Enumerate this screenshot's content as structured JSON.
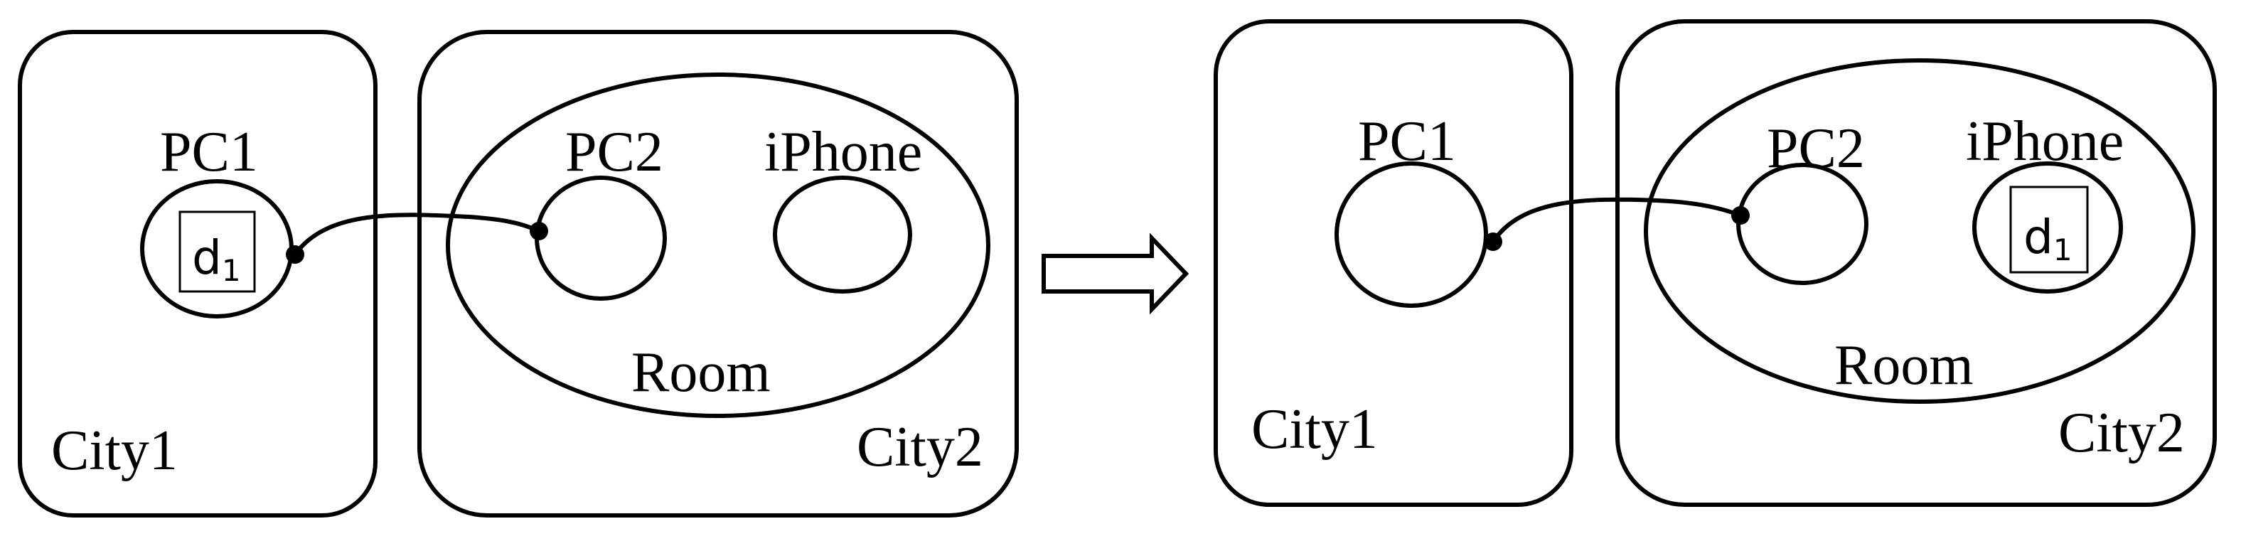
{
  "before": {
    "city1_label": "City1",
    "city2_label": "City2",
    "room_label": "Room",
    "pc1_label": "PC1",
    "pc2_label": "PC2",
    "iphone_label": "iPhone",
    "document": {
      "letter": "d",
      "subscript": "1",
      "location": "PC1"
    }
  },
  "after": {
    "city1_label": "City1",
    "city2_label": "City2",
    "room_label": "Room",
    "pc1_label": "PC1",
    "pc2_label": "PC2",
    "iphone_label": "iPhone",
    "document": {
      "letter": "d",
      "subscript": "1",
      "location": "iPhone"
    }
  },
  "transition_arrow": "right-arrow-icon"
}
